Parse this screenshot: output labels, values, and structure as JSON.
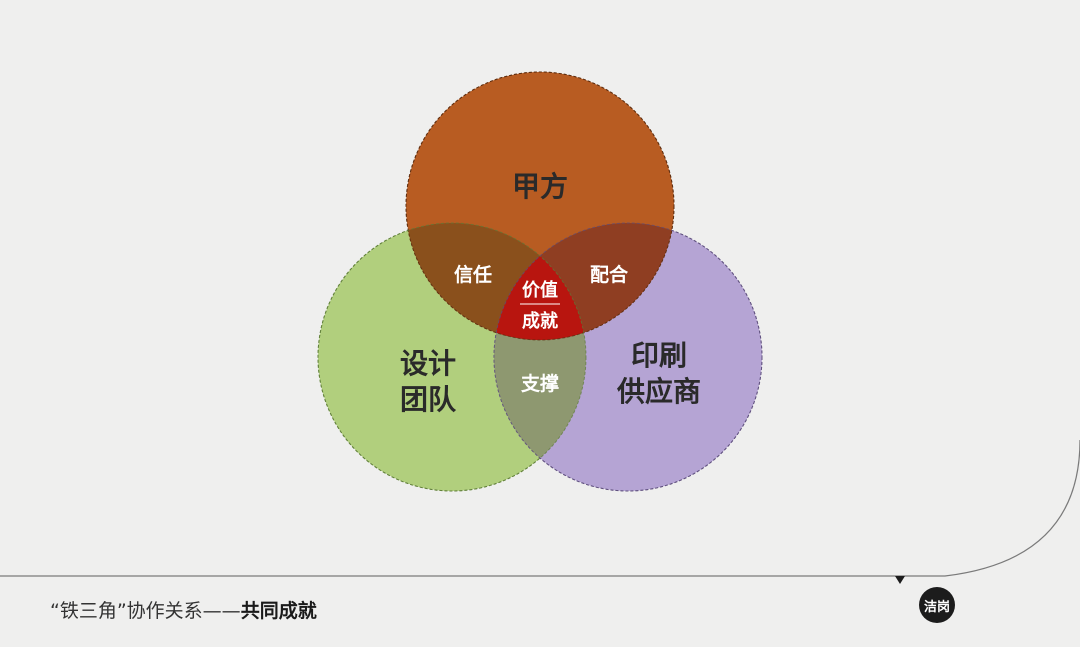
{
  "colors": {
    "background": "#efefee",
    "client_circle": "#b85c22",
    "design_circle": "#b1cf7d",
    "printer_circle": "#b5a4d4",
    "trust_overlap": "#8a501c",
    "coordination_overlap": "#8f3e22",
    "support_overlap": "#8e9870",
    "center_overlap": "#b8150f",
    "frame_line": "#7a7a7a"
  },
  "diagram": {
    "circles": {
      "client": "甲方",
      "design_line1": "设计",
      "design_line2": "团队",
      "printer_line1": "印刷",
      "printer_line2": "供应商"
    },
    "overlaps": {
      "trust": "信任",
      "coordination": "配合",
      "support": "支撑"
    },
    "center": {
      "line1": "价值",
      "line2": "成就"
    }
  },
  "footer": {
    "caption_prefix": "“铁三角”协作关系——",
    "caption_emphasis": "共同成就"
  },
  "logo": {
    "text": "洁岗"
  }
}
